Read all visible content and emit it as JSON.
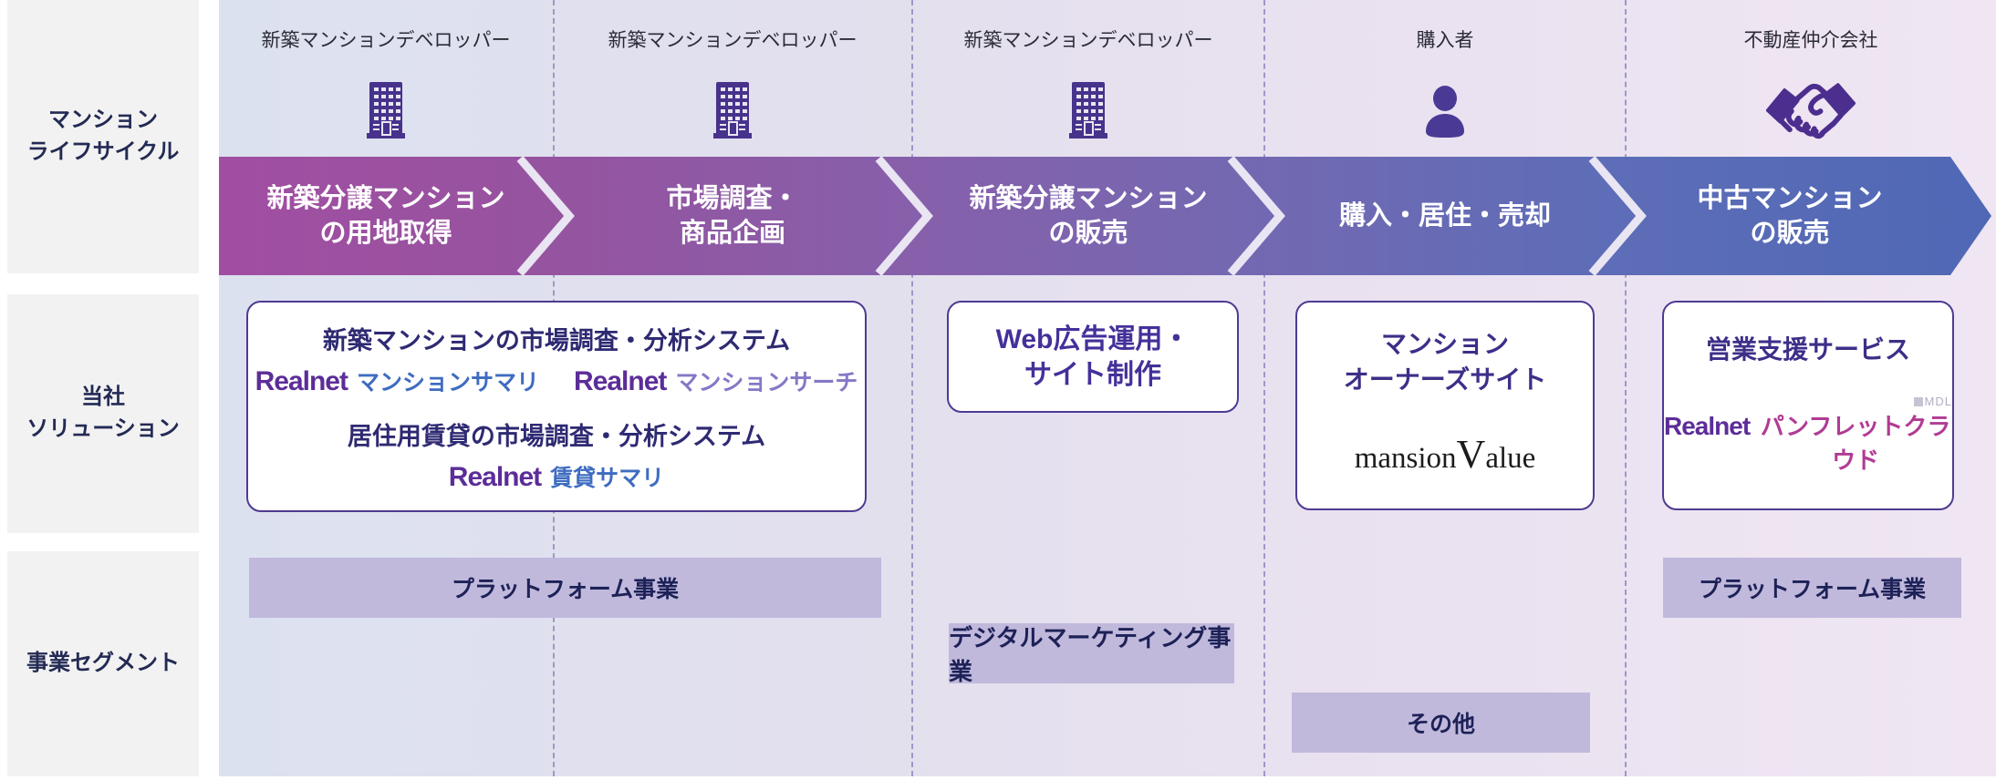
{
  "sidebar": {
    "rows": [
      {
        "label": "マンション\nライフサイクル"
      },
      {
        "label": "当社\nソリューション"
      },
      {
        "label": "事業セグメント"
      }
    ]
  },
  "lifecycle": {
    "actors": [
      {
        "label": "新築マンションデベロッパー",
        "icon": "building-icon"
      },
      {
        "label": "新築マンションデベロッパー",
        "icon": "building-icon"
      },
      {
        "label": "新築マンションデベロッパー",
        "icon": "building-icon"
      },
      {
        "label": "購入者",
        "icon": "person-icon"
      },
      {
        "label": "不動産仲介会社",
        "icon": "handshake-icon"
      }
    ],
    "stages": [
      "新築分譲マンション\nの用地取得",
      "市場調査・\n商品企画",
      "新築分譲マンション\nの販売",
      "購入・居住・売却",
      "中古マンション\nの販売"
    ]
  },
  "solutions": {
    "research_card": {
      "title1": "新築マンションの市場調査・分析システム",
      "products1": [
        {
          "brand": "Realnet",
          "name": "マンションサマリ"
        },
        {
          "brand": "Realnet",
          "name": "マンションサーチ"
        }
      ],
      "title2": "居住用賃貸の市場調査・分析システム",
      "products2": [
        {
          "brand": "Realnet",
          "name": "賃貸サマリ"
        }
      ]
    },
    "webad_card": {
      "title": "Web広告運用・\nサイト制作"
    },
    "owners_card": {
      "title": "マンション\nオーナーズサイト",
      "logo_part1": "mansion",
      "logo_part2": "V",
      "logo_part3": "alue"
    },
    "sales_card": {
      "title": "営業支援サービス",
      "mark": "MDL",
      "brand": "Realnet",
      "name": "パンフレットクラウド"
    }
  },
  "segments": {
    "bars": [
      {
        "label": "プラットフォーム事業"
      },
      {
        "label": "デジタルマーケティング事業"
      },
      {
        "label": "その他"
      },
      {
        "label": "プラットフォーム事業"
      }
    ]
  },
  "colors": {
    "band_start_magenta": "#a14ea2",
    "band_end_blue": "#4f68b5",
    "segment_bar_bg": "#c0b9dc",
    "card_border_purple": "#4e3a92",
    "brand_purple": "#5c2d98",
    "product_blue": "#3e6cc0",
    "product_lavender": "#8677c6",
    "product_pink": "#b13b94",
    "sidebar_gray": "#f2f2f2"
  }
}
